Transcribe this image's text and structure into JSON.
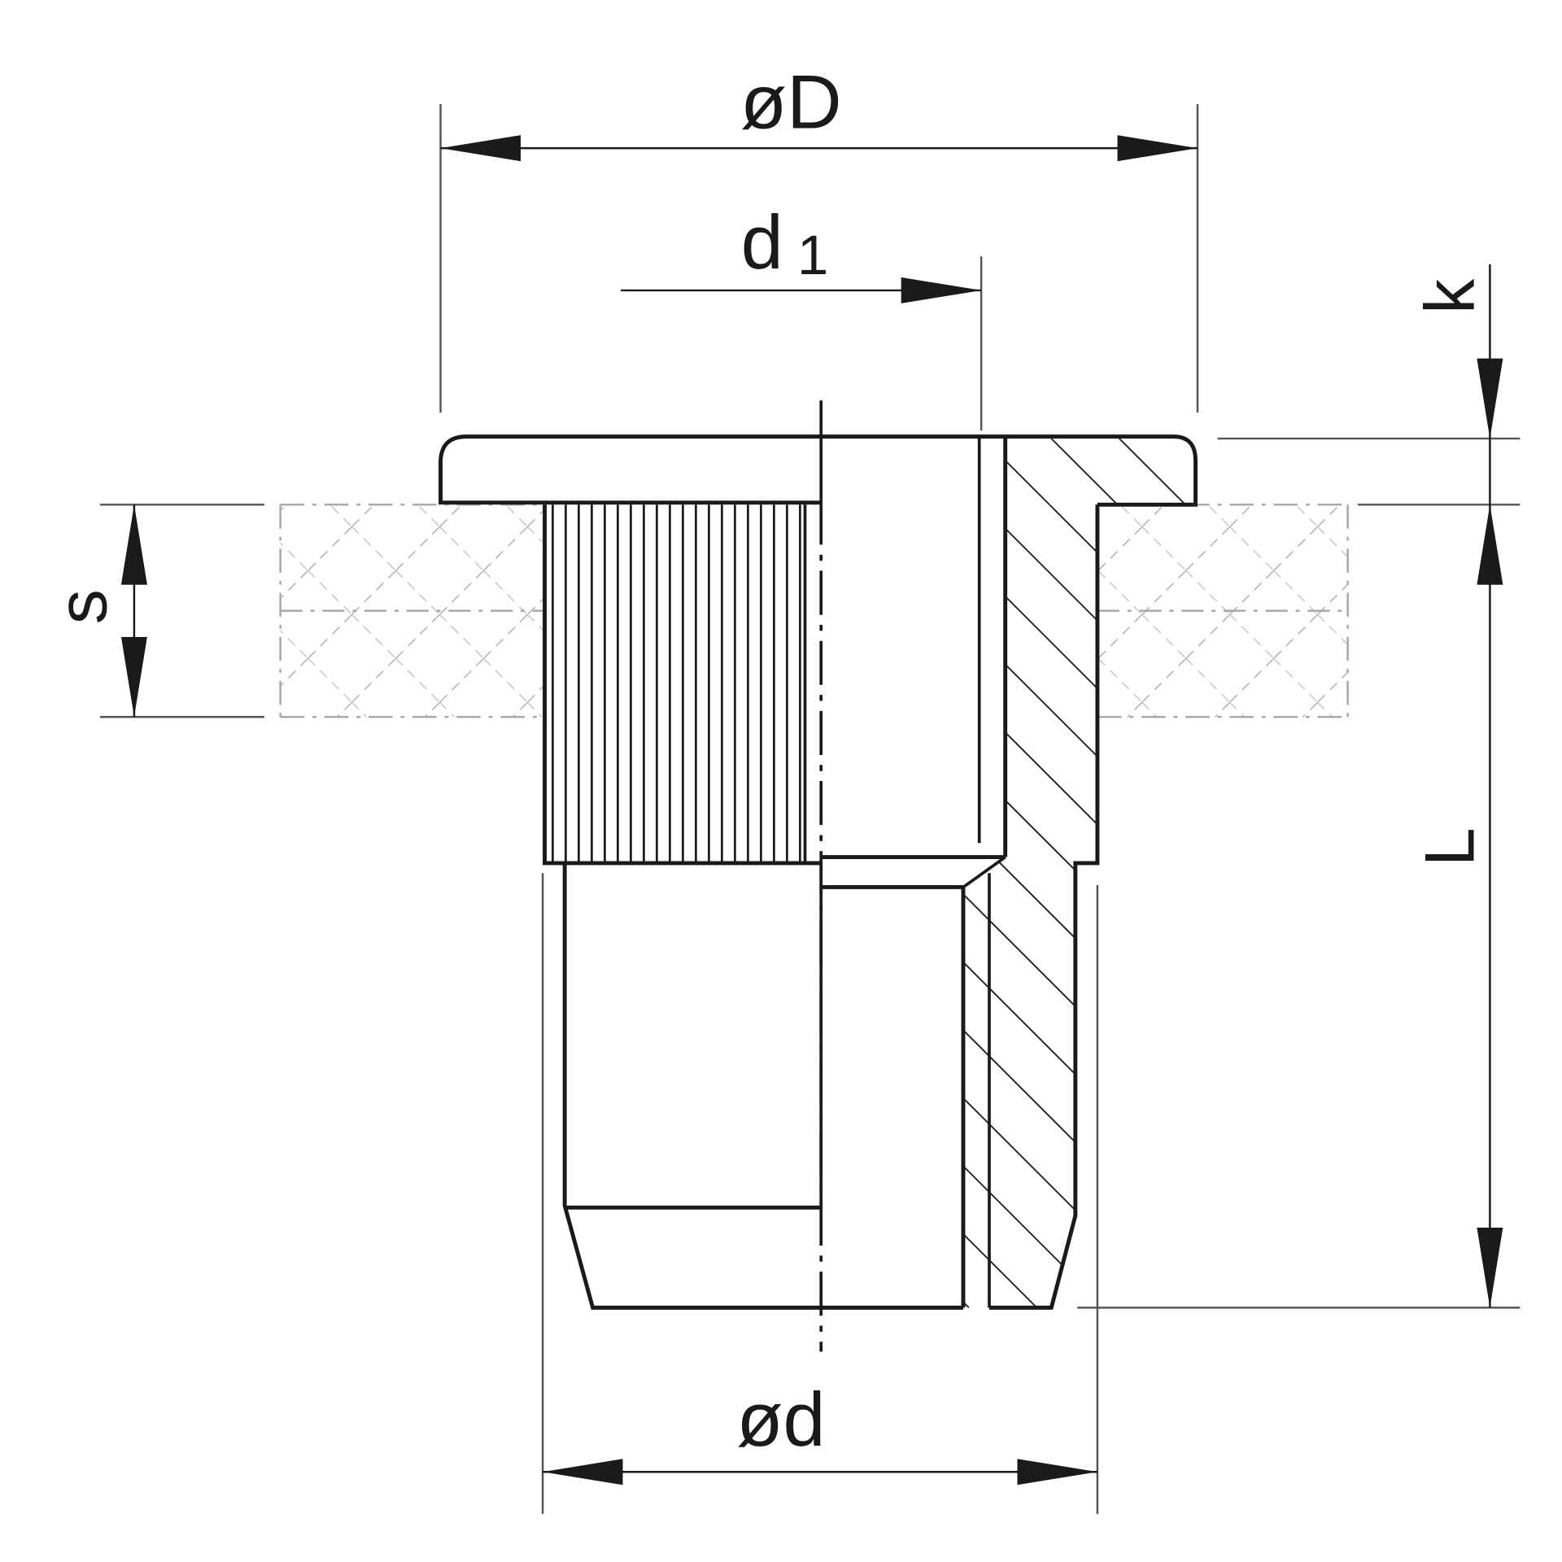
{
  "labels": {
    "outer_diameter": "øD",
    "thread_diameter_main": "d",
    "thread_diameter_sub": "1",
    "head_height": "k",
    "material_thickness": "s",
    "length": "L",
    "shank_diameter": "ød"
  },
  "colors": {
    "line": "#1a1a1a",
    "thin": "#555555",
    "workpiece": "#9a9a9a"
  }
}
